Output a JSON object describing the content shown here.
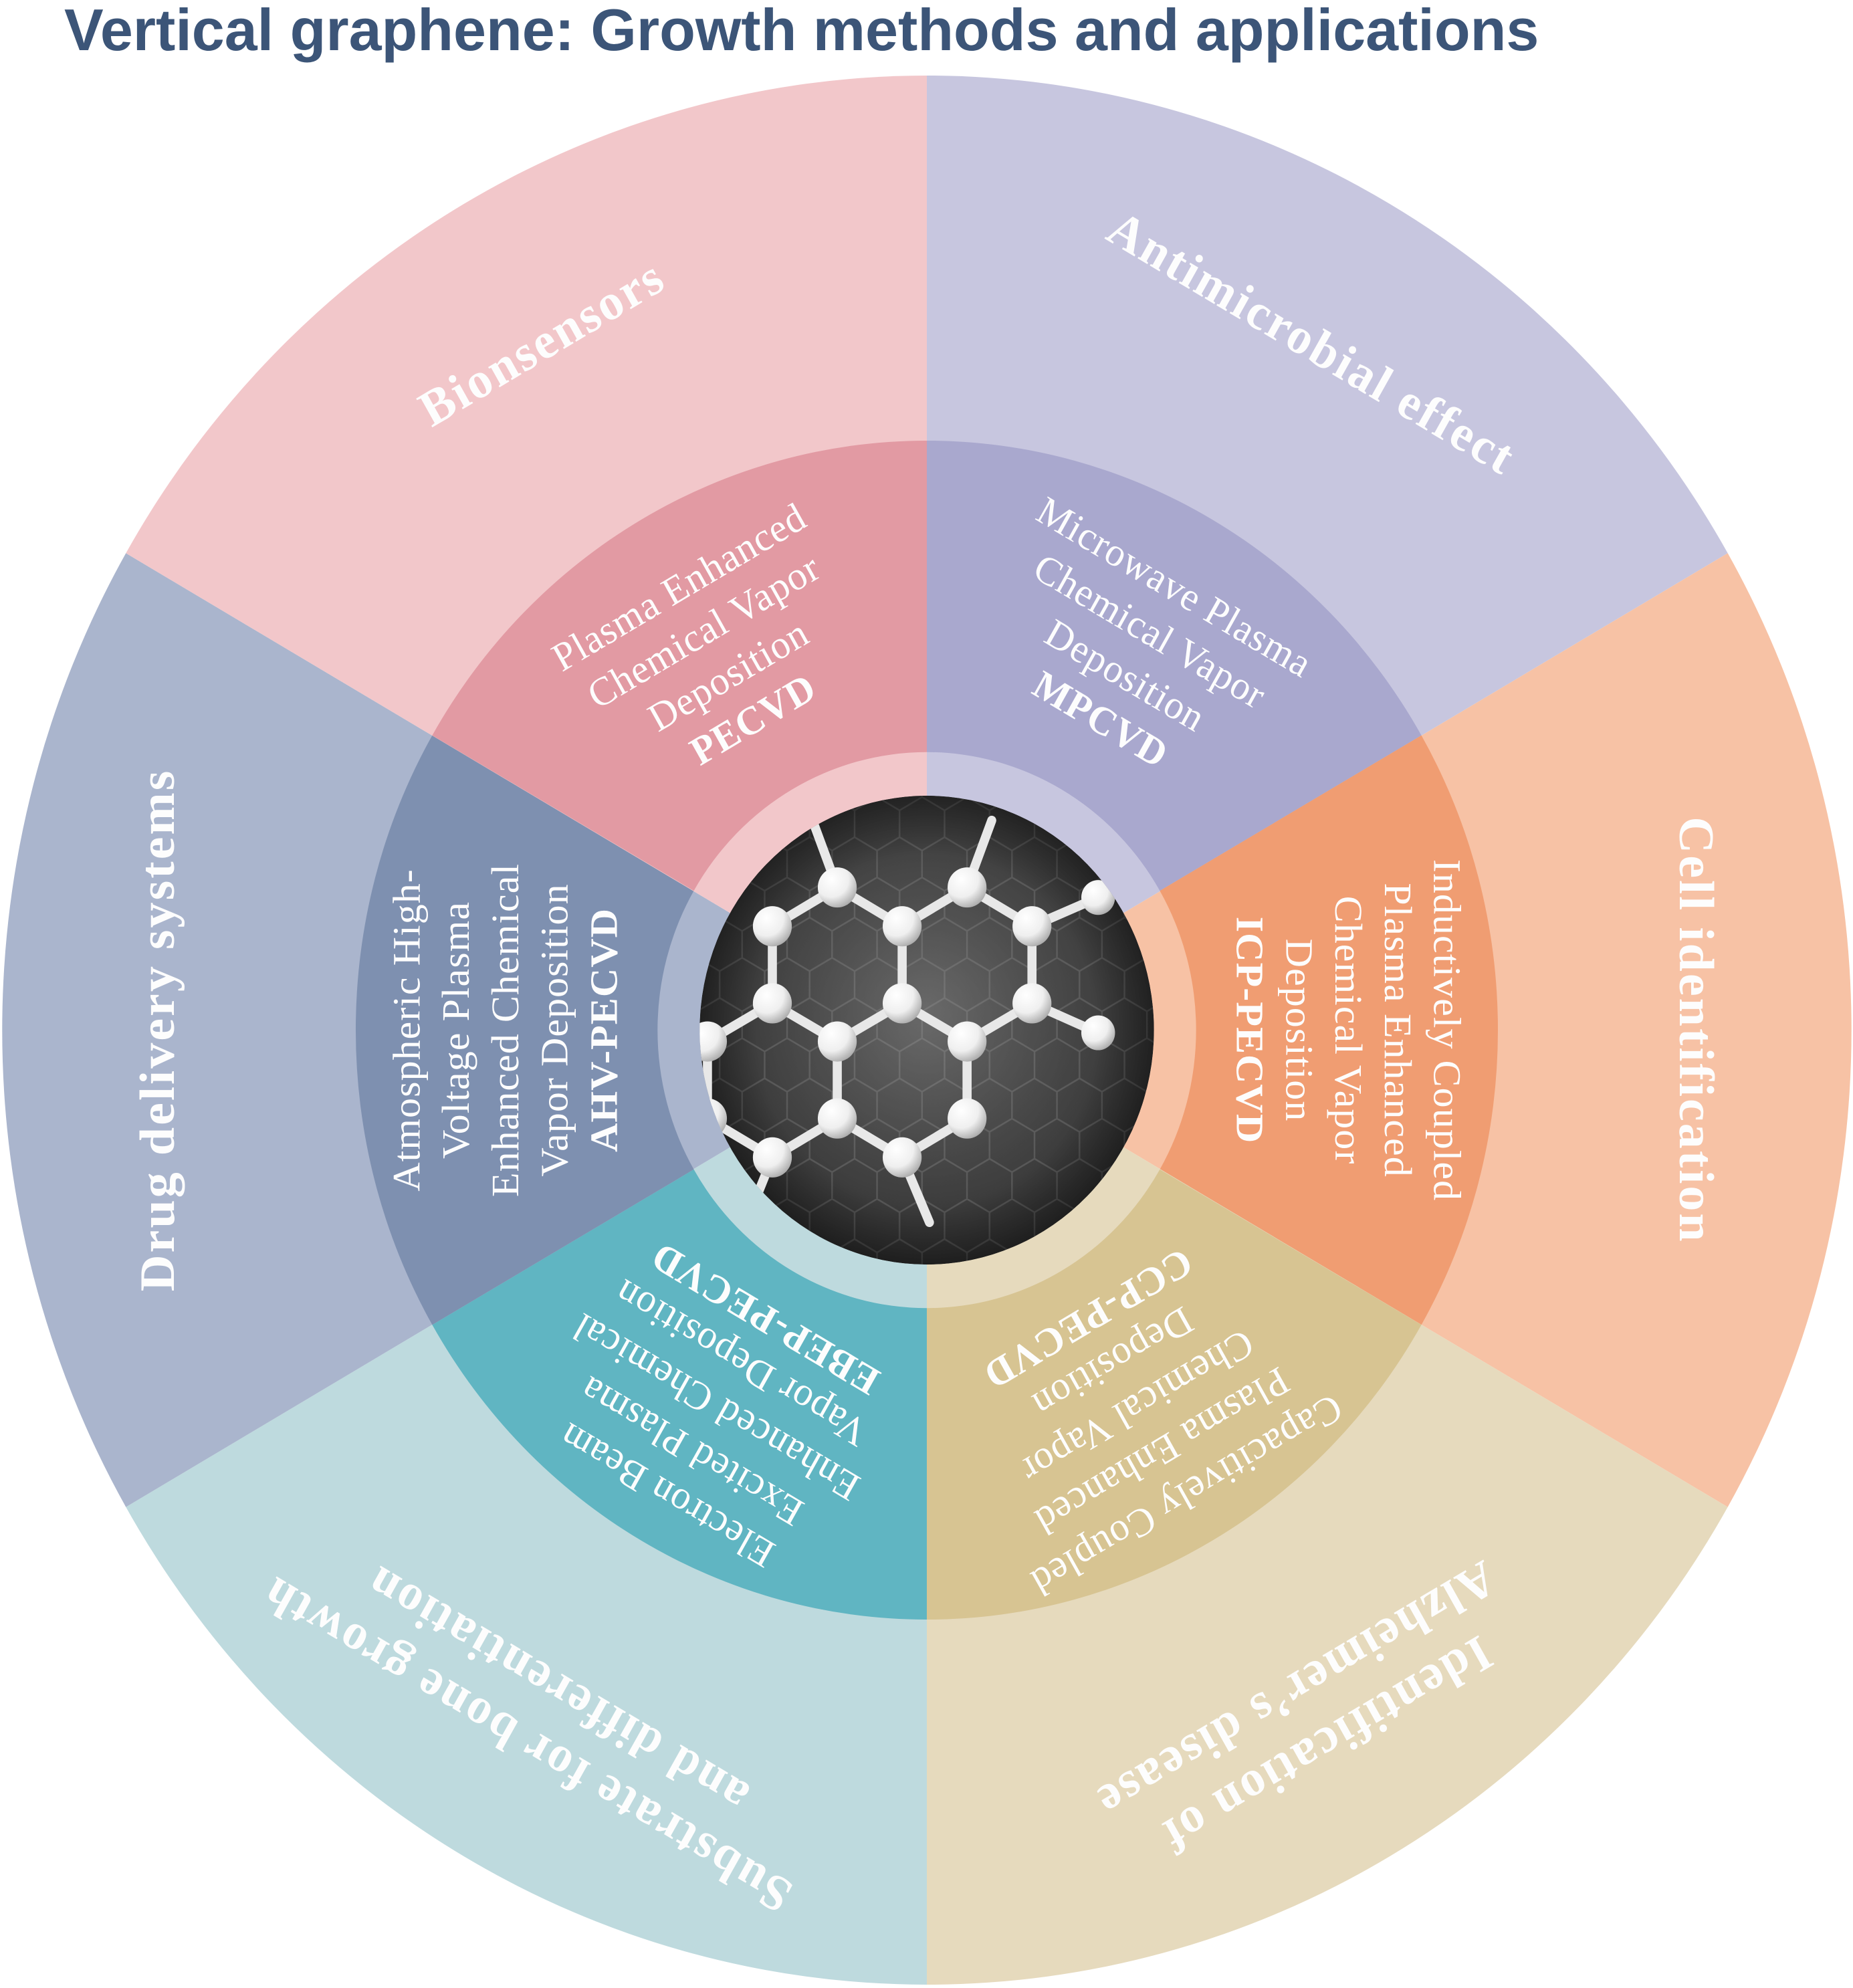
{
  "title": {
    "text": "Vertical graphene: Growth methods and applications",
    "color": "#3c5578"
  },
  "label_text_color": "#fdfdfd",
  "center_image": {
    "name": "graphene-lattice-photo"
  },
  "sectors": [
    {
      "id": "antimicrobial-effect",
      "application_lines": [
        "Antimicrobial effect"
      ],
      "method_lines": [
        "Microwave Plasma",
        "Chemical Vapor",
        "Deposition"
      ],
      "abbreviation": "MPCVD",
      "colors": {
        "outer": "#c7c6df",
        "inner": "#a9a8ce"
      }
    },
    {
      "id": "cell-identification",
      "application_lines": [
        "Cell identification"
      ],
      "method_lines": [
        "Inductively Coupled",
        "Plasma Enhanced",
        "Chemical Vapor",
        "Deposition"
      ],
      "abbreviation": "ICP-PECVD",
      "colors": {
        "outer": "#f7c2a5",
        "inner": "#f09d72"
      }
    },
    {
      "id": "identification-of-alzheimers-disease",
      "application_lines": [
        "Identification of",
        "Alzheimer’s disease"
      ],
      "method_lines": [
        "Capacitively Coupled",
        "Plasma Enhanced",
        "Chemical Vapor",
        "Deposition"
      ],
      "abbreviation": "CCP-PECVD",
      "colors": {
        "outer": "#e6dabd",
        "inner": "#d7c492"
      }
    },
    {
      "id": "substrate-for-bone-growth",
      "application_lines": [
        "Substrate for bone growth",
        "and differentiation"
      ],
      "method_lines": [
        "Electron Beam",
        "Excited Plasma",
        "Enhanced Chemical",
        "Vapor Deposition"
      ],
      "abbreviation": "EBEP-PECVD",
      "colors": {
        "outer": "#bedade",
        "inner": "#60b5c2"
      }
    },
    {
      "id": "drug-delivery-systems",
      "application_lines": [
        "Drug delivery systems"
      ],
      "method_lines": [
        "Atmospheric High-",
        "Voltage Plasma",
        "Enhanced Chemical",
        "Vapor Deposition"
      ],
      "abbreviation": "AHV-PECVD",
      "colors": {
        "outer": "#aab5cd",
        "inner": "#7e90b0"
      }
    },
    {
      "id": "bionsensors",
      "application_lines": [
        "Bionsensors"
      ],
      "method_lines": [
        "Plasma Enhanced",
        "Chemical Vapor",
        "Deposition"
      ],
      "abbreviation": "PECVD",
      "colors": {
        "outer": "#f2c7ca",
        "inner": "#e29aa3"
      }
    }
  ]
}
